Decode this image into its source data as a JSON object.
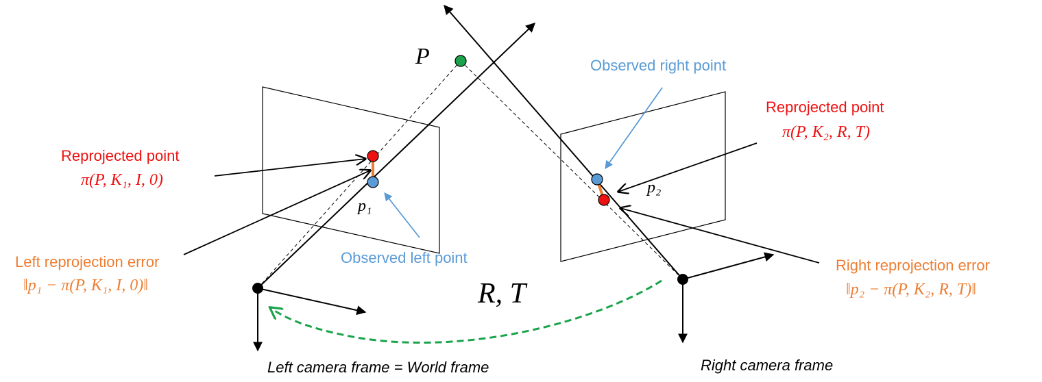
{
  "labels": {
    "P": "P",
    "reprojected_left": "Reprojected point",
    "reprojected_left_formula": "π(P, K₁, I, 0)",
    "reprojected_right": "Reprojected point",
    "reprojected_right_formula": "π(P, K₂, R, T)",
    "observed_right": "Observed right point",
    "observed_left": "Observed left point",
    "p1": "p₁",
    "p2": "p₂",
    "left_error": "Left reprojection error",
    "left_error_formula": "‖p₁ − π(P, K₁, I, 0)‖",
    "right_error": "Right reprojection error",
    "right_error_formula": "‖p₂ − π(P, K₂, R, T)‖",
    "RT": "R, T",
    "left_frame": "Left camera frame = World frame",
    "right_frame": "Right camera frame"
  },
  "colors": {
    "reprojected": "#ee1111",
    "observed": "#5b9bd5",
    "error": "#ed7d31",
    "world_point": "#1aa34a",
    "transform_arrow": "#1aa34a"
  }
}
